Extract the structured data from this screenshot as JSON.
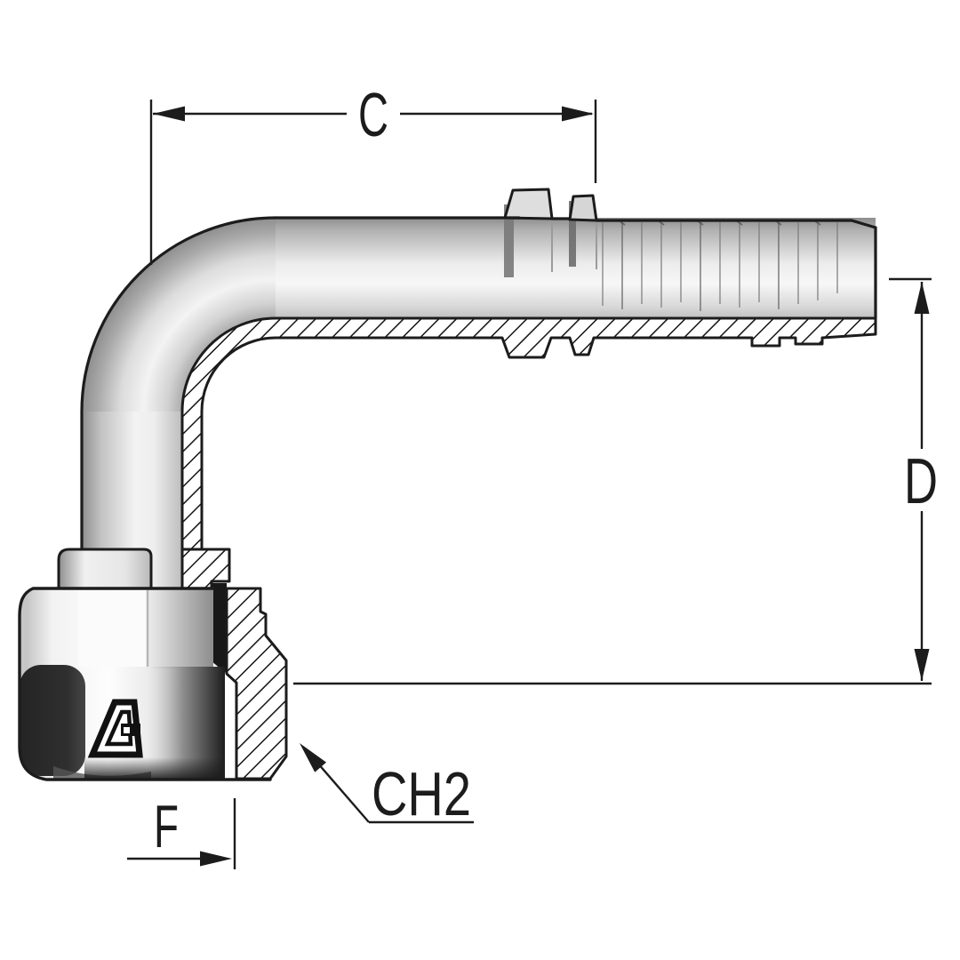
{
  "drawing": {
    "labels": {
      "c": "C",
      "d": "D",
      "f": "F",
      "ch2": "CH2"
    },
    "colors": {
      "line": "#1c1c1c",
      "background": "#ffffff",
      "metal_light": "#f7f7f7",
      "metal_mid": "#c9c9c9",
      "metal_dark": "#8e8e8e",
      "nut_facet_dark": "#262626"
    }
  }
}
